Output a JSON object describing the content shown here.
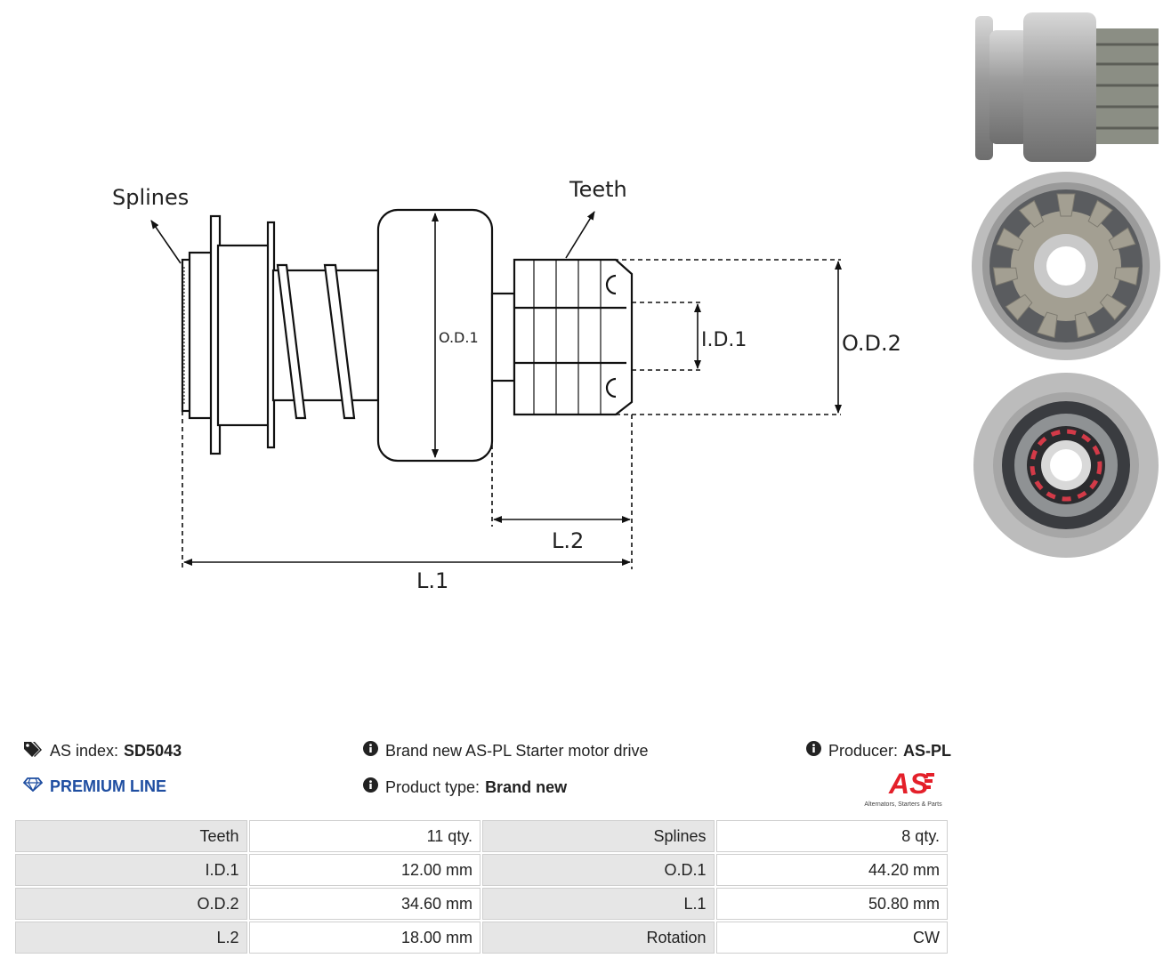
{
  "diagram": {
    "labels": {
      "splines": "Splines",
      "teeth": "Teeth",
      "od1": "O.D.1",
      "id1": "I.D.1",
      "od2": "O.D.2",
      "l1": "L.1",
      "l2": "L.2"
    }
  },
  "info": {
    "as_index_key": "AS index:",
    "as_index_value": "SD5043",
    "premium": "PREMIUM LINE",
    "description": "Brand new AS-PL Starter motor drive",
    "product_type_key": "Product type:",
    "product_type_value": "Brand new",
    "producer_key": "Producer:",
    "producer_value": "AS-PL"
  },
  "logo": {
    "mark": "AS",
    "tagline": "Alternators, Starters & Parts",
    "color": "#e4202a"
  },
  "specs": [
    {
      "l1": "Teeth",
      "v1": "11 qty.",
      "l2": "Splines",
      "v2": "8 qty."
    },
    {
      "l1": "I.D.1",
      "v1": "12.00 mm",
      "l2": "O.D.1",
      "v2": "44.20 mm"
    },
    {
      "l1": "O.D.2",
      "v1": "34.60 mm",
      "l2": "L.1",
      "v2": "50.80 mm"
    },
    {
      "l1": "L.2",
      "v1": "18.00 mm",
      "l2": "Rotation",
      "v2": "CW"
    }
  ],
  "colors": {
    "accent": "#1f4ea1",
    "label_bg": "#e6e6e6",
    "border": "#cfcfcf"
  }
}
